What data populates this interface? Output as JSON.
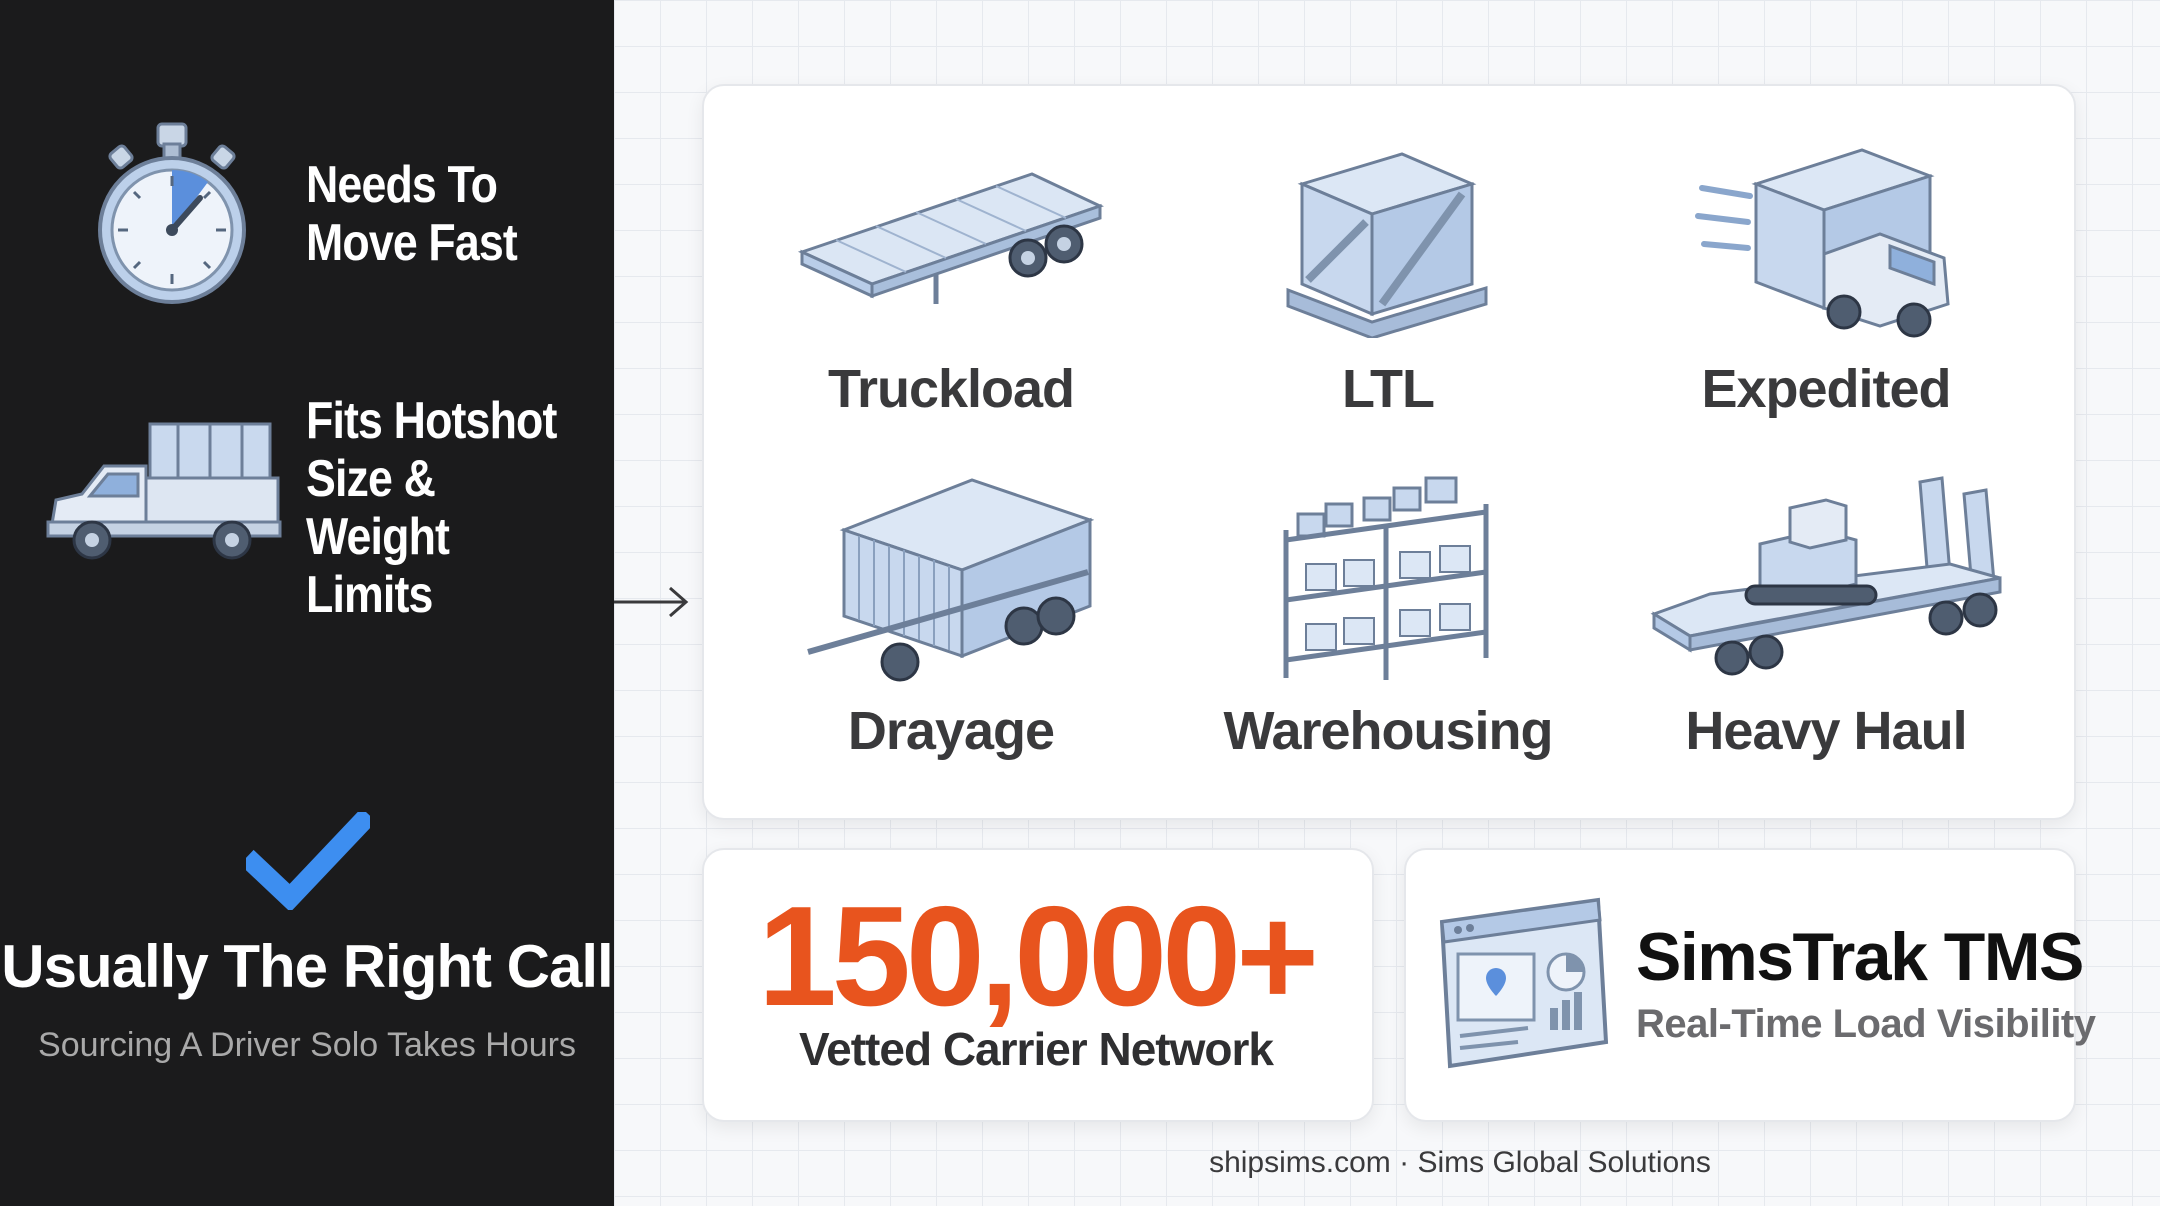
{
  "left": {
    "conditions": [
      {
        "icon": "stopwatch-icon",
        "lines": [
          "Needs To",
          "Move Fast"
        ]
      },
      {
        "icon": "hotshot-truck-icon",
        "lines": [
          "Fits Hotshot",
          "Size & Weight",
          "Limits"
        ]
      }
    ],
    "verdict": {
      "icon": "checkmark-icon",
      "title": "Usually The Right Call",
      "subtitle": "Sourcing A Driver Solo Takes Hours"
    }
  },
  "services": [
    {
      "label": "Truckload",
      "icon": "flatbed-trailer-icon"
    },
    {
      "label": "LTL",
      "icon": "crate-pallet-icon"
    },
    {
      "label": "Expedited",
      "icon": "box-truck-icon"
    },
    {
      "label": "Drayage",
      "icon": "container-chassis-icon"
    },
    {
      "label": "Warehousing",
      "icon": "warehouse-shelves-icon"
    },
    {
      "label": "Heavy Haul",
      "icon": "lowboy-bulldozer-icon"
    }
  ],
  "stats": {
    "number": "150,000+",
    "label": "Vetted Carrier Network"
  },
  "tms": {
    "icon": "dashboard-screen-icon",
    "title": "SimsTrak TMS",
    "subtitle": "Real-Time Load Visibility"
  },
  "footer": "shipsims.com · Sims Global Solutions",
  "colors": {
    "accent_orange": "#e8541e",
    "check_blue": "#3d8ef0",
    "panel_dark": "#1b1b1c",
    "icon_blue": "#b9cde8"
  }
}
